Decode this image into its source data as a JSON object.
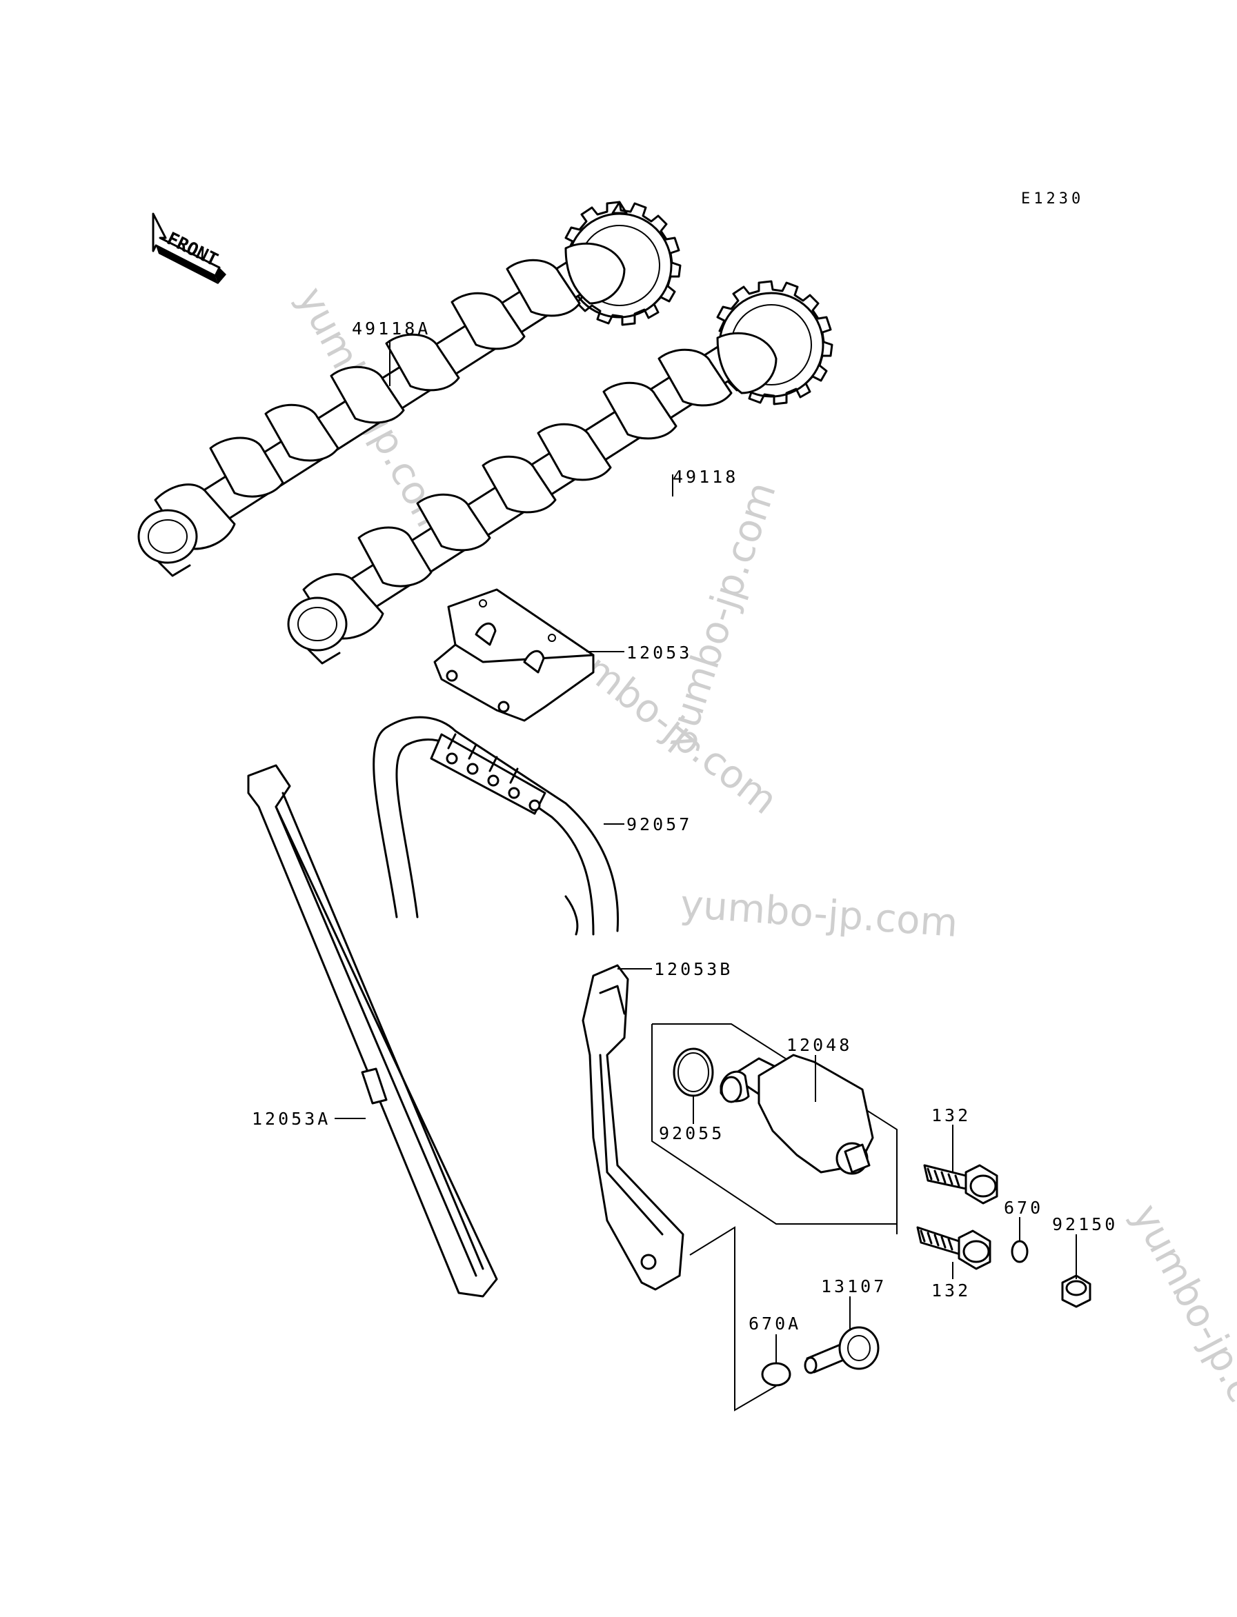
{
  "diagram_code": "E1230",
  "front_label": "FRONT",
  "watermark": "yumbo-jp.com",
  "parts": {
    "camshaft_intake": "49118A",
    "camshaft_exhaust": "49118",
    "chain_guide_upper": "12053",
    "cam_chain": "92057",
    "chain_guide_b": "12053B",
    "chain_guide_a": "12053A",
    "tensioner": "12048",
    "o_ring": "92055",
    "bolt_upper": "132",
    "bolt_lower": "132",
    "gasket": "670",
    "gasket_a": "670A",
    "bolt_flange": "92150",
    "pivot_pin": "13107"
  }
}
